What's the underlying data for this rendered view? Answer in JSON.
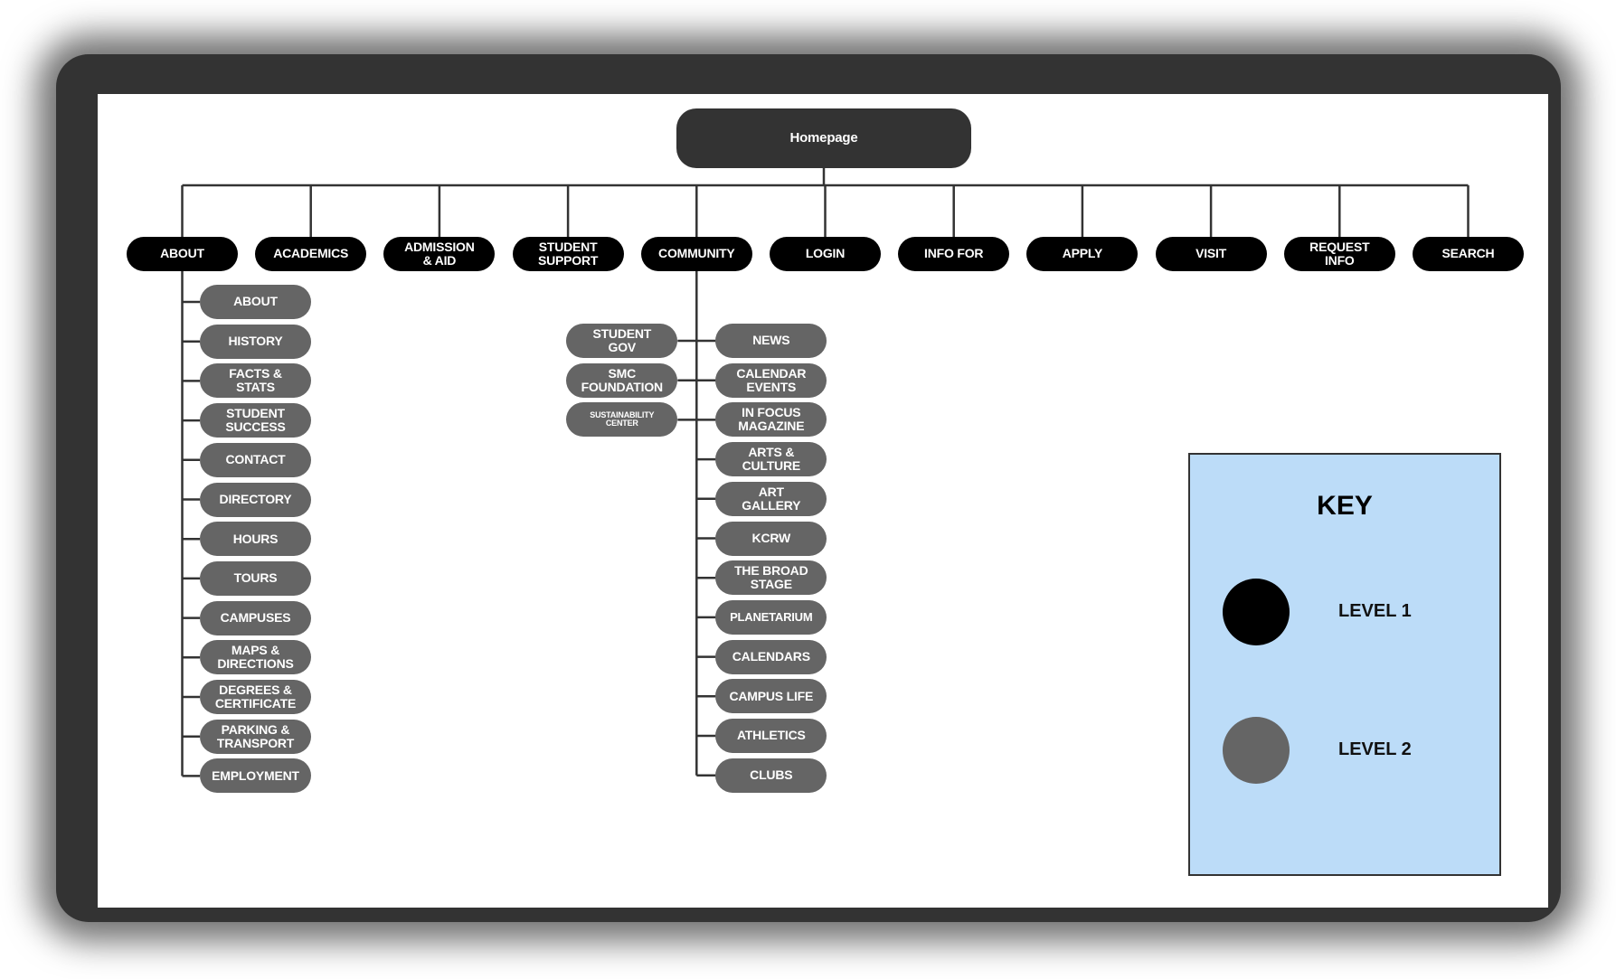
{
  "root": {
    "label": "Homepage"
  },
  "level1": [
    "ABOUT",
    "ACADEMICS",
    "ADMISSION\n& AID",
    "STUDENT\nSUPPORT",
    "COMMUNITY",
    "LOGIN",
    "INFO FOR",
    "APPLY",
    "VISIT",
    "REQUEST\nINFO",
    "SEARCH"
  ],
  "about_children": [
    "ABOUT",
    "HISTORY",
    "FACTS &\nSTATS",
    "STUDENT\nSUCCESS",
    "CONTACT",
    "DIRECTORY",
    "HOURS",
    "TOURS",
    "CAMPUSES",
    "MAPS &\nDIRECTIONS",
    "DEGREES &\nCERTIFICATE",
    "PARKING &\nTRANSPORT",
    "EMPLOYMENT"
  ],
  "community_left_children": [
    "STUDENT\nGOV",
    "SMC\nFOUNDATION",
    "SUSTAINABILITY\nCENTER"
  ],
  "community_right_children": [
    "NEWS",
    "CALENDAR\nEVENTS",
    "IN FOCUS\nMAGAZINE",
    "ARTS &\nCULTURE",
    "ART\nGALLERY",
    "KCRW",
    "THE BROAD\nSTAGE",
    "PLANETARIUM",
    "CALENDARS",
    "CAMPUS LIFE",
    "ATHLETICS",
    "CLUBS"
  ],
  "key": {
    "title": "KEY",
    "level1_label": "LEVEL 1",
    "level2_label": "LEVEL 2"
  },
  "colors": {
    "root": "#333333",
    "level1": "#000000",
    "level2": "#656565",
    "key_bg": "#bcdcf8"
  }
}
